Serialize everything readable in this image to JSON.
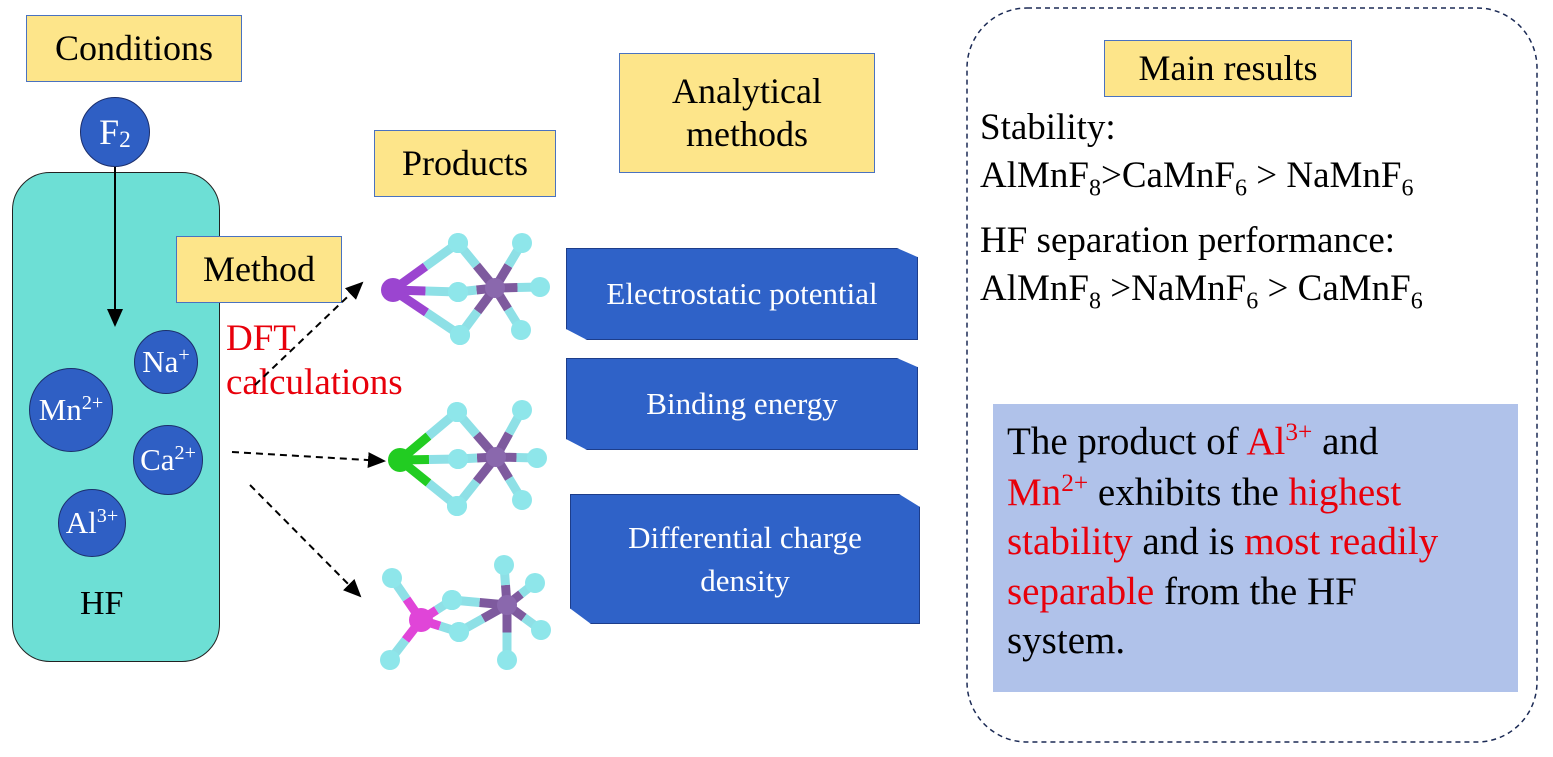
{
  "conditions": {
    "title": "Conditions",
    "f2": "F",
    "f2_sub": "2",
    "solvent": "HF",
    "ions": [
      {
        "el": "Na",
        "ch": "+"
      },
      {
        "el": "Mn",
        "ch": "2+"
      },
      {
        "el": "Ca",
        "ch": "2+"
      },
      {
        "el": "Al",
        "ch": "3+"
      }
    ]
  },
  "method": {
    "title": "Method",
    "dft1": "DFT",
    "dft2": "calculations"
  },
  "products": {
    "title": "Products"
  },
  "analytical": {
    "title1": "Analytical",
    "title2": "methods",
    "items": [
      "Electrostatic potential",
      "Binding energy",
      "Differential charge",
      "density"
    ]
  },
  "results": {
    "title": "Main results",
    "stability_label": "Stability:",
    "stability": [
      {
        "f": "AlMnF",
        "s": "8"
      },
      {
        "f": ">CaMnF",
        "s": "6"
      },
      {
        "f": " > NaMnF",
        "s": "6"
      }
    ],
    "hf_label": "HF separation performance:",
    "hf": [
      {
        "f": "AlMnF",
        "s": "8"
      },
      {
        "f": " >NaMnF",
        "s": "6"
      },
      {
        "f": " > CaMnF",
        "s": "6"
      }
    ],
    "summary": {
      "t1": "The product of ",
      "al": "Al",
      "al_sup": "3+",
      "t2": " and",
      "mn": "Mn",
      "mn_sup": "2+",
      "t3": " exhibits the ",
      "h1": "highest",
      "h2": "stability",
      "t4": " and is ",
      "h3": "most readily",
      "h4": "separable",
      "t5": " from the HF",
      "t6": "system."
    }
  },
  "colors": {
    "teal": "#6ddfd5",
    "blue": "#2f62c8",
    "yellow": "#fde58a",
    "summary_bg": "#b0c2ea",
    "red": "#e8000b"
  }
}
